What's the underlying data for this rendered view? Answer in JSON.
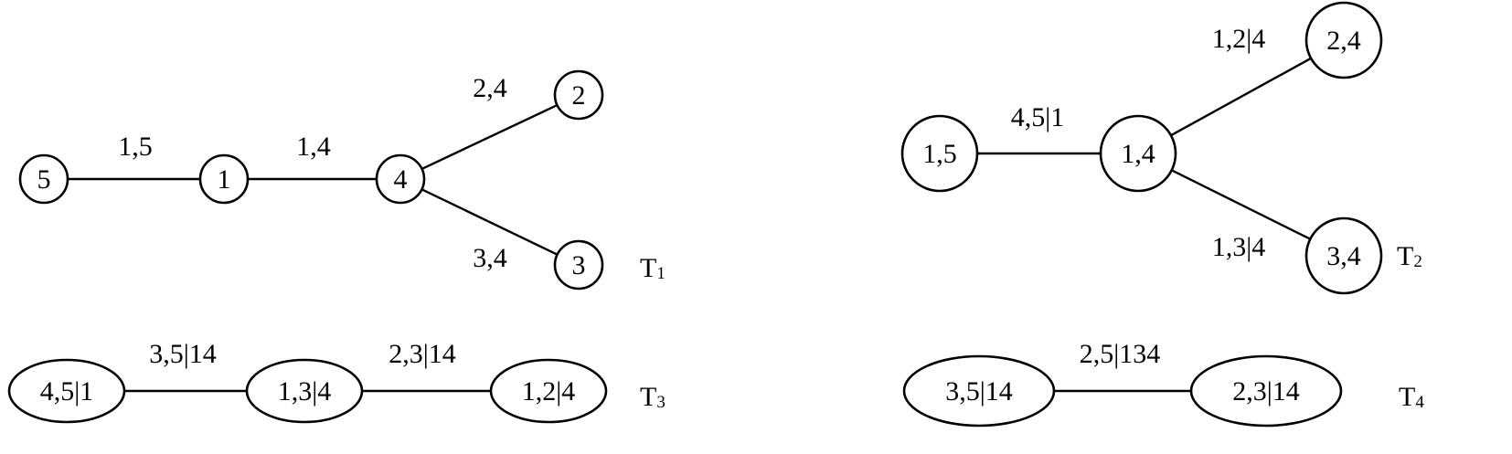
{
  "trees": [
    {
      "id": "T1",
      "title": {
        "main": "T",
        "sub": "1"
      },
      "nodes": [
        {
          "id": "n5",
          "label": "5"
        },
        {
          "id": "n1",
          "label": "1"
        },
        {
          "id": "n4",
          "label": "4"
        },
        {
          "id": "n2",
          "label": "2"
        },
        {
          "id": "n3",
          "label": "3"
        }
      ],
      "edges": [
        {
          "from": "n5",
          "to": "n1",
          "label": "1,5"
        },
        {
          "from": "n1",
          "to": "n4",
          "label": "1,4"
        },
        {
          "from": "n4",
          "to": "n2",
          "label": "2,4"
        },
        {
          "from": "n4",
          "to": "n3",
          "label": "3,4"
        }
      ]
    },
    {
      "id": "T2",
      "title": {
        "main": "T",
        "sub": "2"
      },
      "nodes": [
        {
          "id": "m15",
          "label": "1,5"
        },
        {
          "id": "m14",
          "label": "1,4"
        },
        {
          "id": "m24",
          "label": "2,4"
        },
        {
          "id": "m34",
          "label": "3,4"
        }
      ],
      "edges": [
        {
          "from": "m15",
          "to": "m14",
          "label": "4,5|1"
        },
        {
          "from": "m14",
          "to": "m24",
          "label": "1,2|4"
        },
        {
          "from": "m14",
          "to": "m34",
          "label": "1,3|4"
        }
      ]
    },
    {
      "id": "T3",
      "title": {
        "main": "T",
        "sub": "3"
      },
      "nodes": [
        {
          "id": "p1",
          "label": "4,5|1"
        },
        {
          "id": "p2",
          "label": "1,3|4"
        },
        {
          "id": "p3",
          "label": "1,2|4"
        }
      ],
      "edges": [
        {
          "from": "p1",
          "to": "p2",
          "label": "3,5|14"
        },
        {
          "from": "p2",
          "to": "p3",
          "label": "2,3|14"
        }
      ]
    },
    {
      "id": "T4",
      "title": {
        "main": "T",
        "sub": "4"
      },
      "nodes": [
        {
          "id": "q1",
          "label": "3,5|14"
        },
        {
          "id": "q2",
          "label": "2,3|14"
        }
      ],
      "edges": [
        {
          "from": "q1",
          "to": "q2",
          "label": "2,5|134"
        }
      ]
    }
  ]
}
